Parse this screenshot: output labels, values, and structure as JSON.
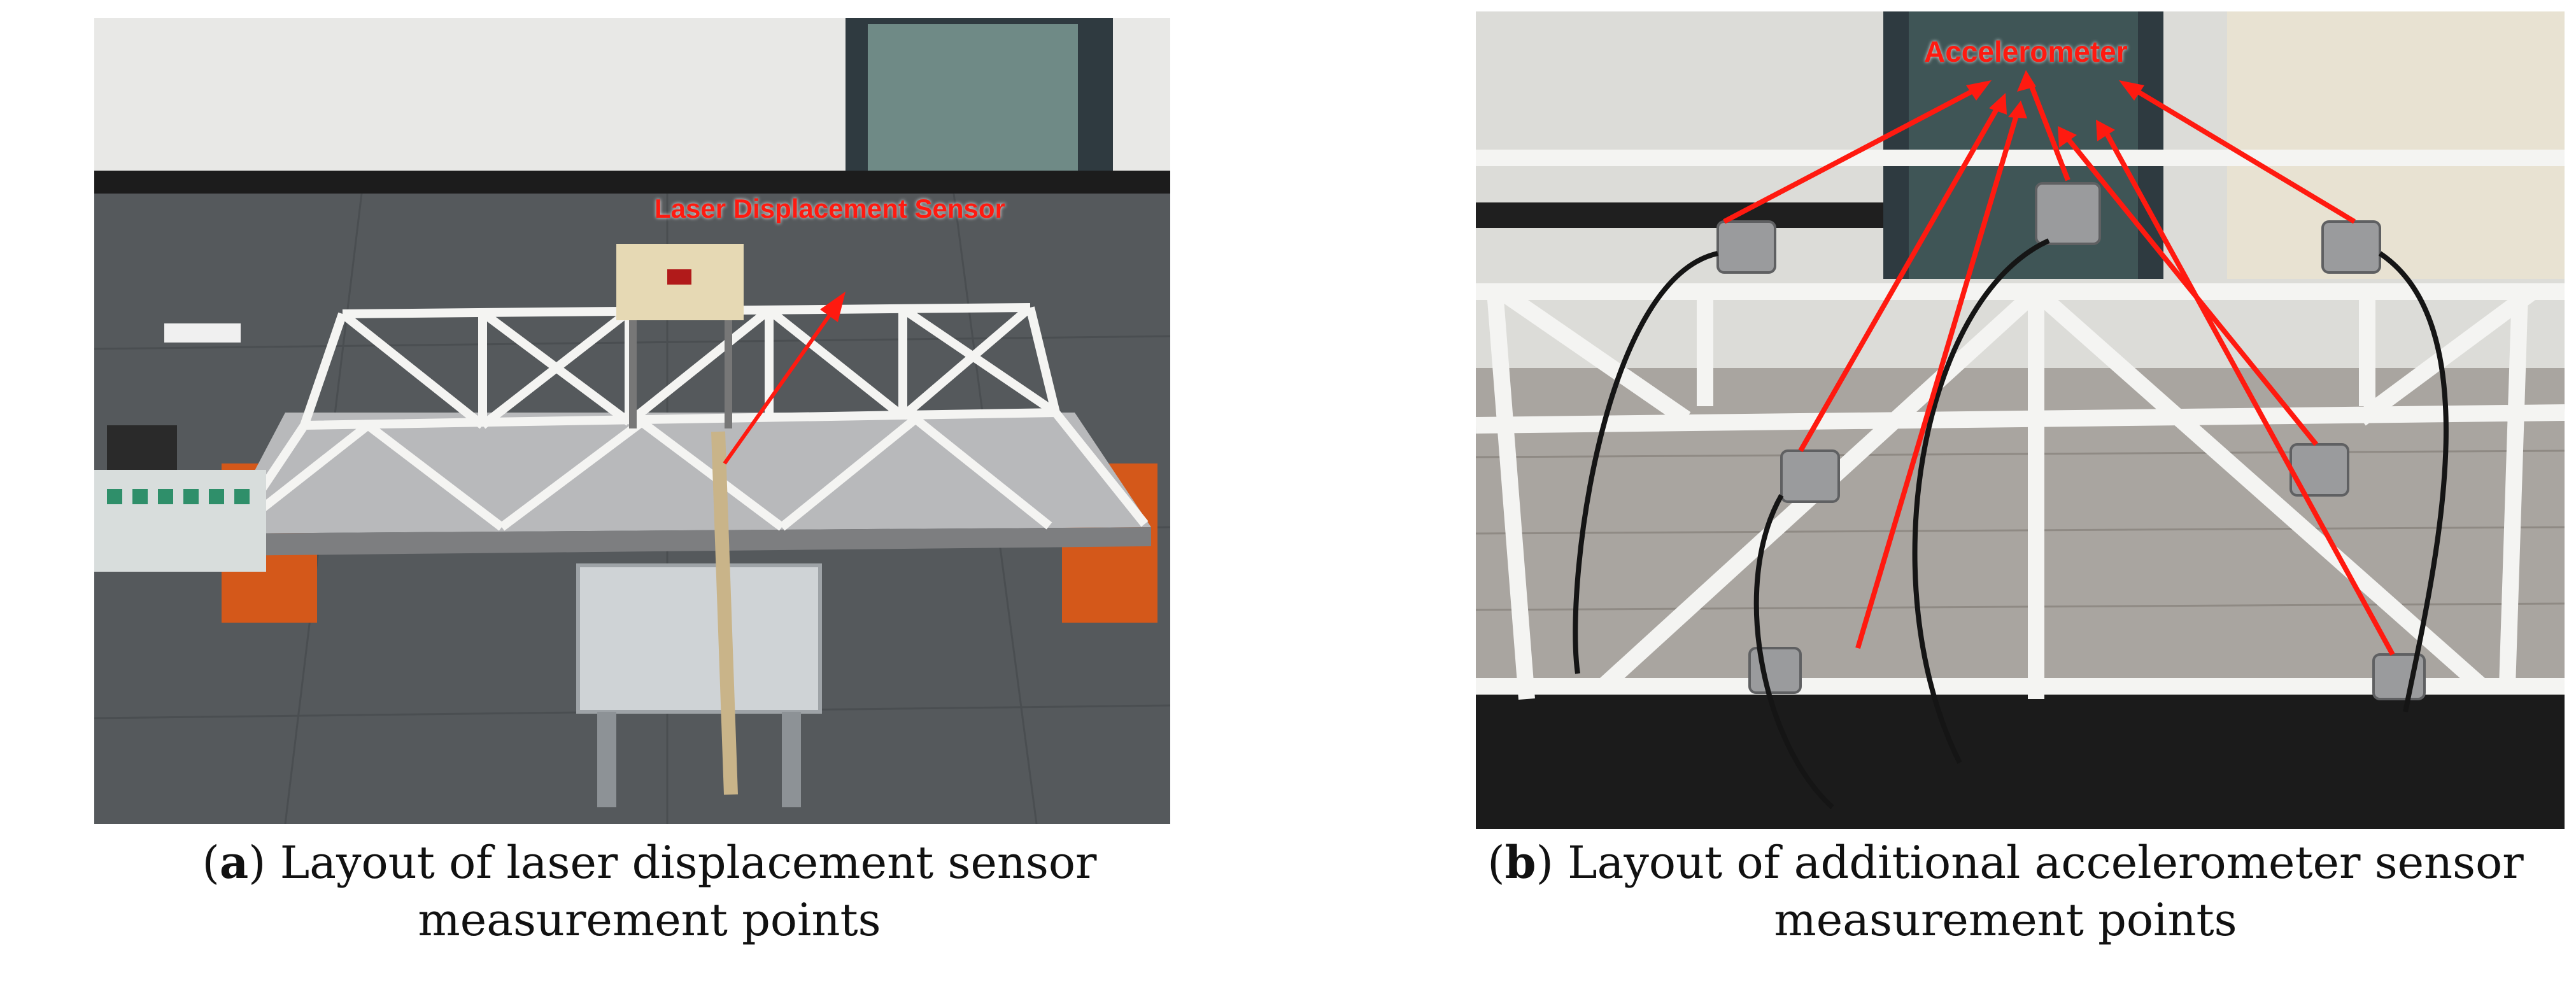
{
  "figure": {
    "panel_a": {
      "callout": "Laser Displacement Sensor",
      "caption_letter": "a",
      "caption_text": "Layout of laser displacement sensor measurement points"
    },
    "panel_b": {
      "callout": "Accelerometer",
      "caption_letter": "b",
      "caption_text": "Layout of additional accelerometer sensor measurement points"
    },
    "colors": {
      "annotation": "#ff1a10",
      "truss": "#f4f4f2",
      "floor": "#4c4f52"
    }
  }
}
